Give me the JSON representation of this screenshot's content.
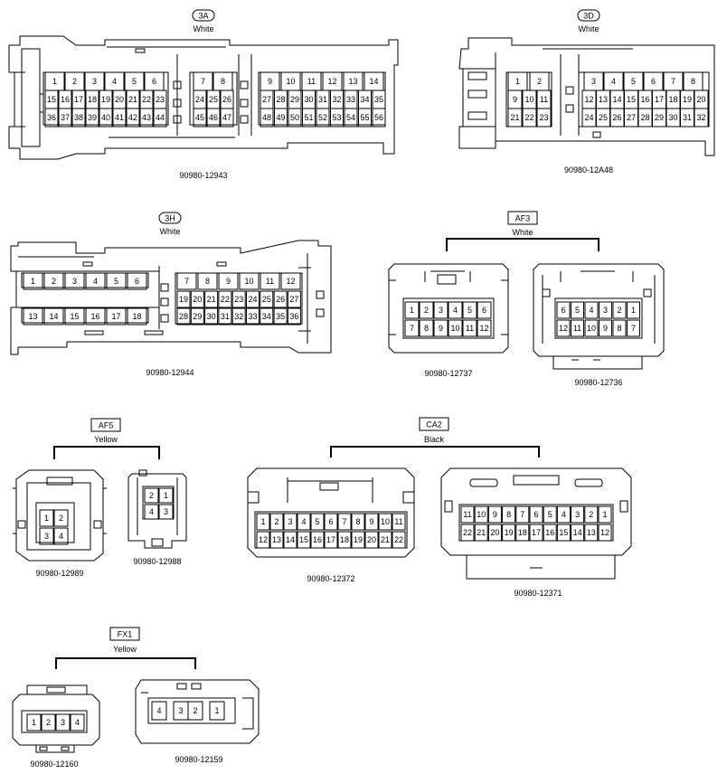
{
  "connectors": {
    "c3a": {
      "badge": "3A",
      "color": "White",
      "part": "90980-12943",
      "rows": [
        [
          "1",
          "2",
          "3",
          "4",
          "5",
          "6",
          "7",
          "8",
          "9",
          "10",
          "11",
          "12",
          "13",
          "14"
        ],
        [
          "15",
          "16",
          "17",
          "18",
          "19",
          "20",
          "21",
          "22",
          "23",
          "24",
          "25",
          "26",
          "27",
          "28",
          "29",
          "30",
          "31",
          "32",
          "33",
          "34",
          "35"
        ],
        [
          "36",
          "37",
          "38",
          "39",
          "40",
          "41",
          "42",
          "43",
          "44",
          "45",
          "46",
          "47",
          "48",
          "49",
          "50",
          "51",
          "52",
          "53",
          "54",
          "55",
          "56"
        ]
      ]
    },
    "c3d": {
      "badge": "3D",
      "color": "White",
      "part": "90980-12A48",
      "rows": [
        [
          "1",
          "2",
          "3",
          "4",
          "5",
          "6",
          "7",
          "8"
        ],
        [
          "9",
          "10",
          "11",
          "12",
          "13",
          "14",
          "15",
          "16",
          "17",
          "18",
          "19",
          "20"
        ],
        [
          "21",
          "22",
          "23",
          "24",
          "25",
          "26",
          "27",
          "28",
          "29",
          "30",
          "31",
          "32"
        ]
      ]
    },
    "c3h": {
      "badge": "3H",
      "color": "White",
      "part": "90980-12944",
      "rows": [
        [
          "1",
          "2",
          "3",
          "4",
          "5",
          "6",
          "7",
          "8",
          "9",
          "10",
          "11",
          "12"
        ],
        [
          "19",
          "20",
          "21",
          "22",
          "23",
          "24",
          "25",
          "26",
          "27"
        ],
        [
          "13",
          "14",
          "15",
          "16",
          "17",
          "18",
          "28",
          "29",
          "30",
          "31",
          "32",
          "33",
          "34",
          "35",
          "36"
        ]
      ]
    },
    "af3": {
      "label": "AF3",
      "color": "White",
      "left": {
        "part": "90980-12737",
        "rows": [
          [
            "1",
            "2",
            "3",
            "4",
            "5",
            "6"
          ],
          [
            "7",
            "8",
            "9",
            "10",
            "11",
            "12"
          ]
        ]
      },
      "right": {
        "part": "90980-12736",
        "rows": [
          [
            "6",
            "5",
            "4",
            "3",
            "2",
            "1"
          ],
          [
            "12",
            "11",
            "10",
            "9",
            "8",
            "7"
          ]
        ]
      }
    },
    "af5": {
      "label": "AF5",
      "color": "Yellow",
      "left": {
        "part": "90980-12989",
        "rows": [
          [
            "1",
            "2"
          ],
          [
            "3",
            "4"
          ]
        ]
      },
      "right": {
        "part": "90980-12988",
        "rows": [
          [
            "2",
            "1"
          ],
          [
            "4",
            "3"
          ]
        ]
      }
    },
    "ca2": {
      "label": "CA2",
      "color": "Black",
      "left": {
        "part": "90980-12372",
        "rows": [
          [
            "1",
            "2",
            "3",
            "4",
            "5",
            "6",
            "7",
            "8",
            "9",
            "10",
            "11"
          ],
          [
            "12",
            "13",
            "14",
            "15",
            "16",
            "17",
            "18",
            "19",
            "20",
            "21",
            "22"
          ]
        ]
      },
      "right": {
        "part": "90980-12371",
        "rows": [
          [
            "11",
            "10",
            "9",
            "8",
            "7",
            "6",
            "5",
            "4",
            "3",
            "2",
            "1"
          ],
          [
            "22",
            "21",
            "20",
            "19",
            "18",
            "17",
            "16",
            "15",
            "14",
            "13",
            "12"
          ]
        ]
      }
    },
    "fx1": {
      "label": "FX1",
      "color": "Yellow",
      "left": {
        "part": "90980-12160",
        "rows": [
          [
            "1",
            "2",
            "3",
            "4"
          ]
        ]
      },
      "right": {
        "part": "90980-12159",
        "rows": [
          [
            "4",
            "3",
            "2",
            "1"
          ]
        ]
      }
    }
  }
}
